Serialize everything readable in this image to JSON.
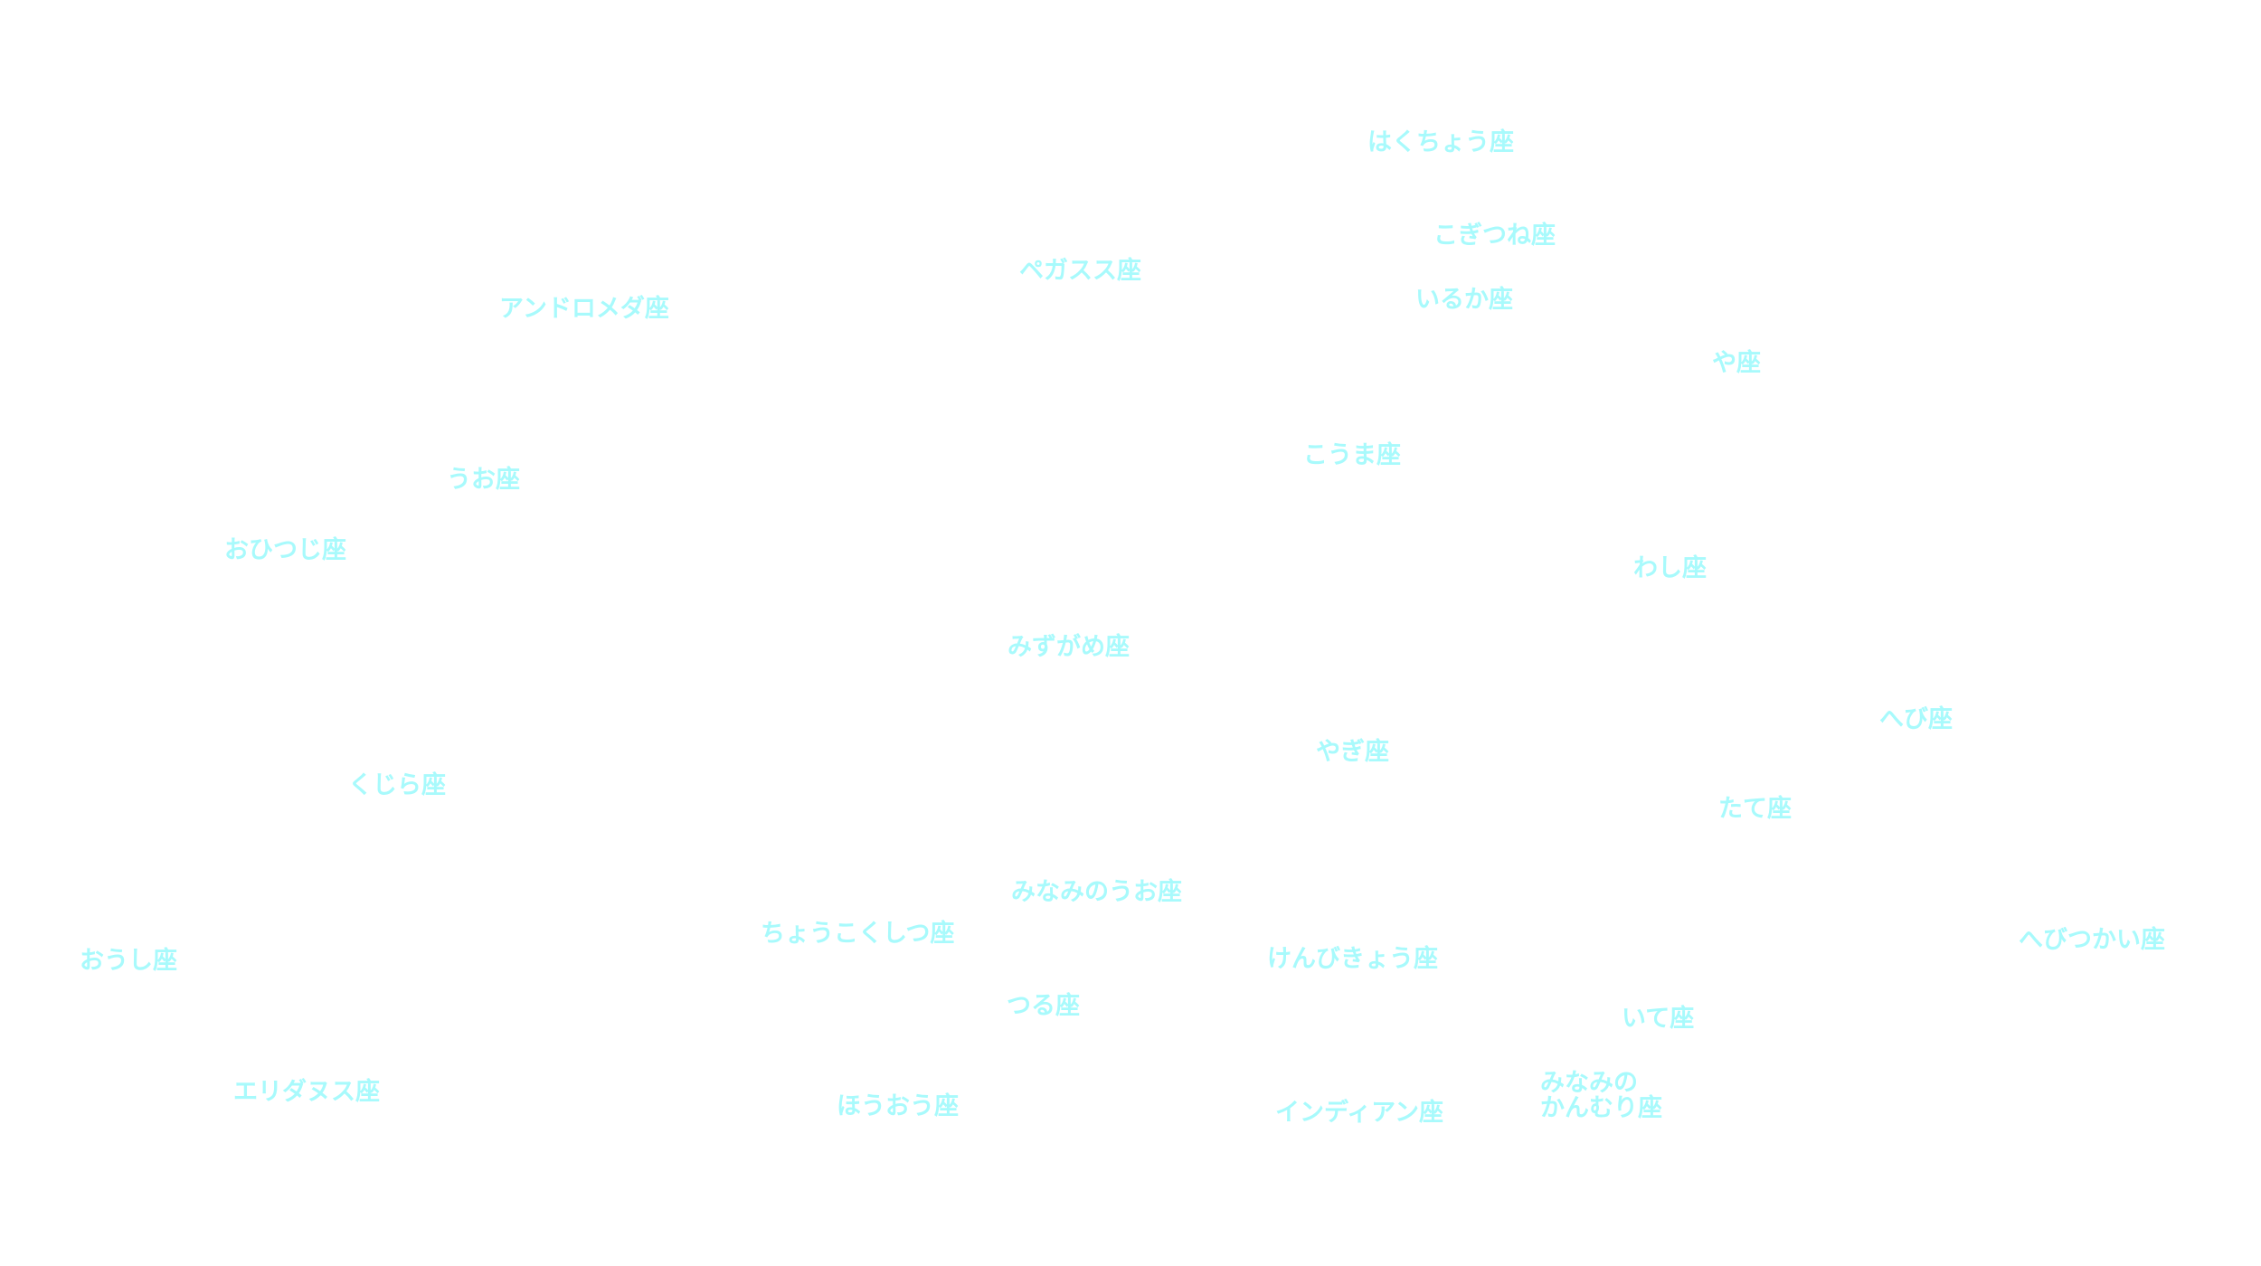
{
  "label_color": "#a8fafc",
  "background_color": "#ffffff",
  "constellations": {
    "hakuchou": "はくちょう座",
    "kogitsune": "こぎつね座",
    "pegasus": "ペガスス座",
    "iruka": "いるか座",
    "andromeda": "アンドロメダ座",
    "ya": "や座",
    "kouma": "こうま座",
    "uo": "うお座",
    "ohitsuji": "おひつじ座",
    "washi": "わし座",
    "mizugame": "みずがめ座",
    "hebi": "へび座",
    "yagi": "やぎ座",
    "kujira": "くじら座",
    "tate": "たて座",
    "minamino_uo": "みなみのうお座",
    "choukokushitsu": "ちょうこくしつ座",
    "hebitsukai": "へびつかい座",
    "oushi": "おうし座",
    "kenbikyou": "けんびきょう座",
    "tsuru": "つる座",
    "ite": "いて座",
    "minami_kanmuri_line1": "みなみの",
    "minami_kanmuri_line2": "かんむり座",
    "eridanus": "エリダヌス座",
    "houou": "ほうおう座",
    "indian": "インディアン座"
  }
}
